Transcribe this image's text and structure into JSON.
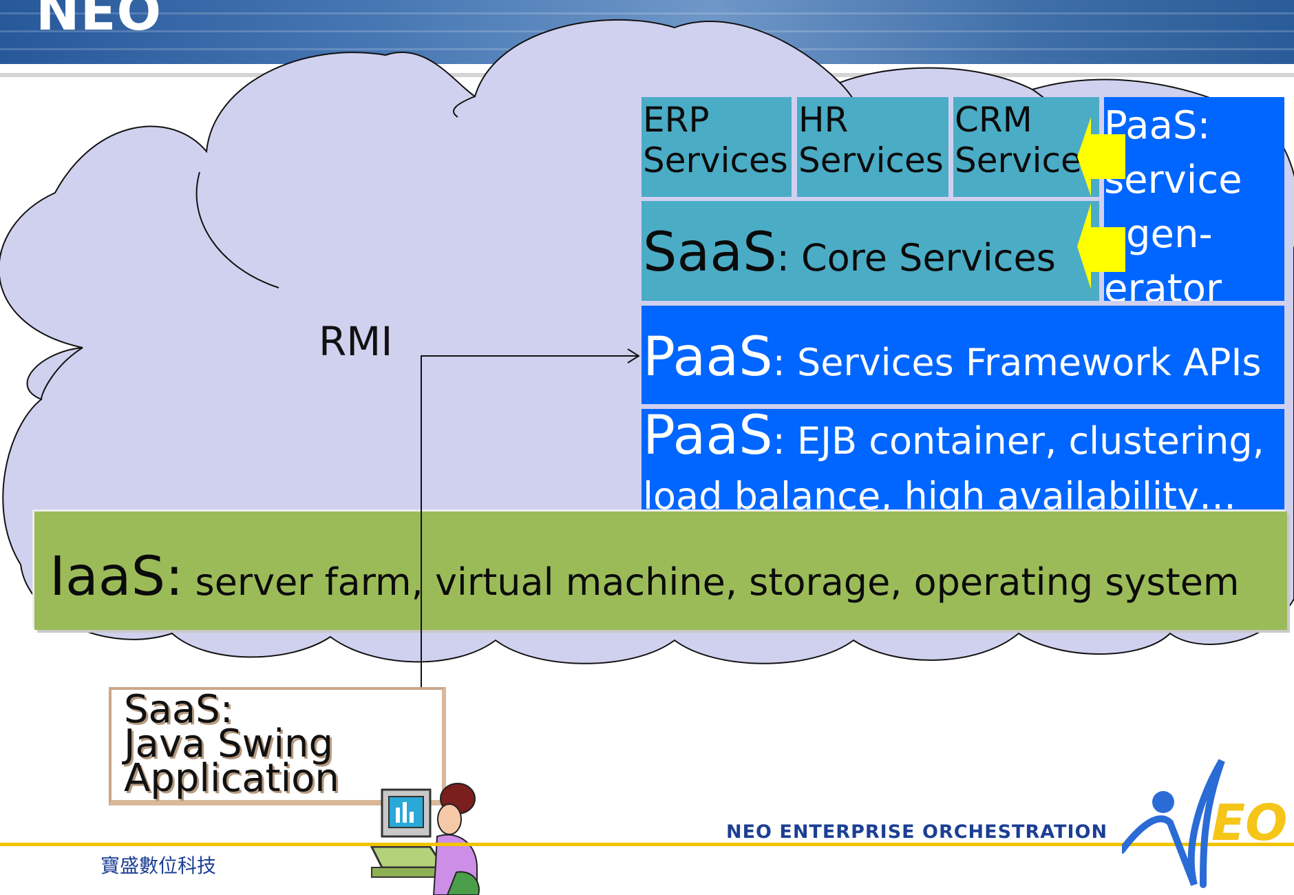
{
  "header": {
    "title": "NEO"
  },
  "diagram": {
    "rmi_label": "RMI",
    "services": [
      {
        "name": "ERP",
        "suffix": "Services"
      },
      {
        "name": "HR",
        "suffix": "Services"
      },
      {
        "name": "CRM",
        "suffix": "Service"
      }
    ],
    "saas_core": {
      "prefix": "SaaS",
      "text": ": Core Services"
    },
    "paas_generator": {
      "prefix": "PaaS",
      "lines": [
        ":",
        "service",
        "gen-",
        "erator"
      ]
    },
    "paas_framework": {
      "prefix": "PaaS",
      "text": ": Services Framework APIs"
    },
    "paas_ejb": {
      "prefix": "PaaS",
      "text": ": EJB container, clustering,",
      "line2": "load balance, high availability…"
    },
    "iaas": {
      "prefix": "IaaS:",
      "text": " server farm, virtual machine, storage, operating system"
    },
    "client": {
      "lines": [
        "SaaS:",
        "Java Swing",
        "Application"
      ]
    }
  },
  "footer": {
    "org": "NEO ENTERPRISE ORCHESTRATION",
    "company": "寶盛數位科技",
    "logo_text": "EO"
  },
  "colors": {
    "teal": "#4bacc6",
    "blue": "#0066ff",
    "green": "#9bbb59",
    "cloud": "#d0d0ef",
    "yellow": "#ffff00",
    "footer_line": "#f2c300",
    "header": "#3a6aa8"
  }
}
